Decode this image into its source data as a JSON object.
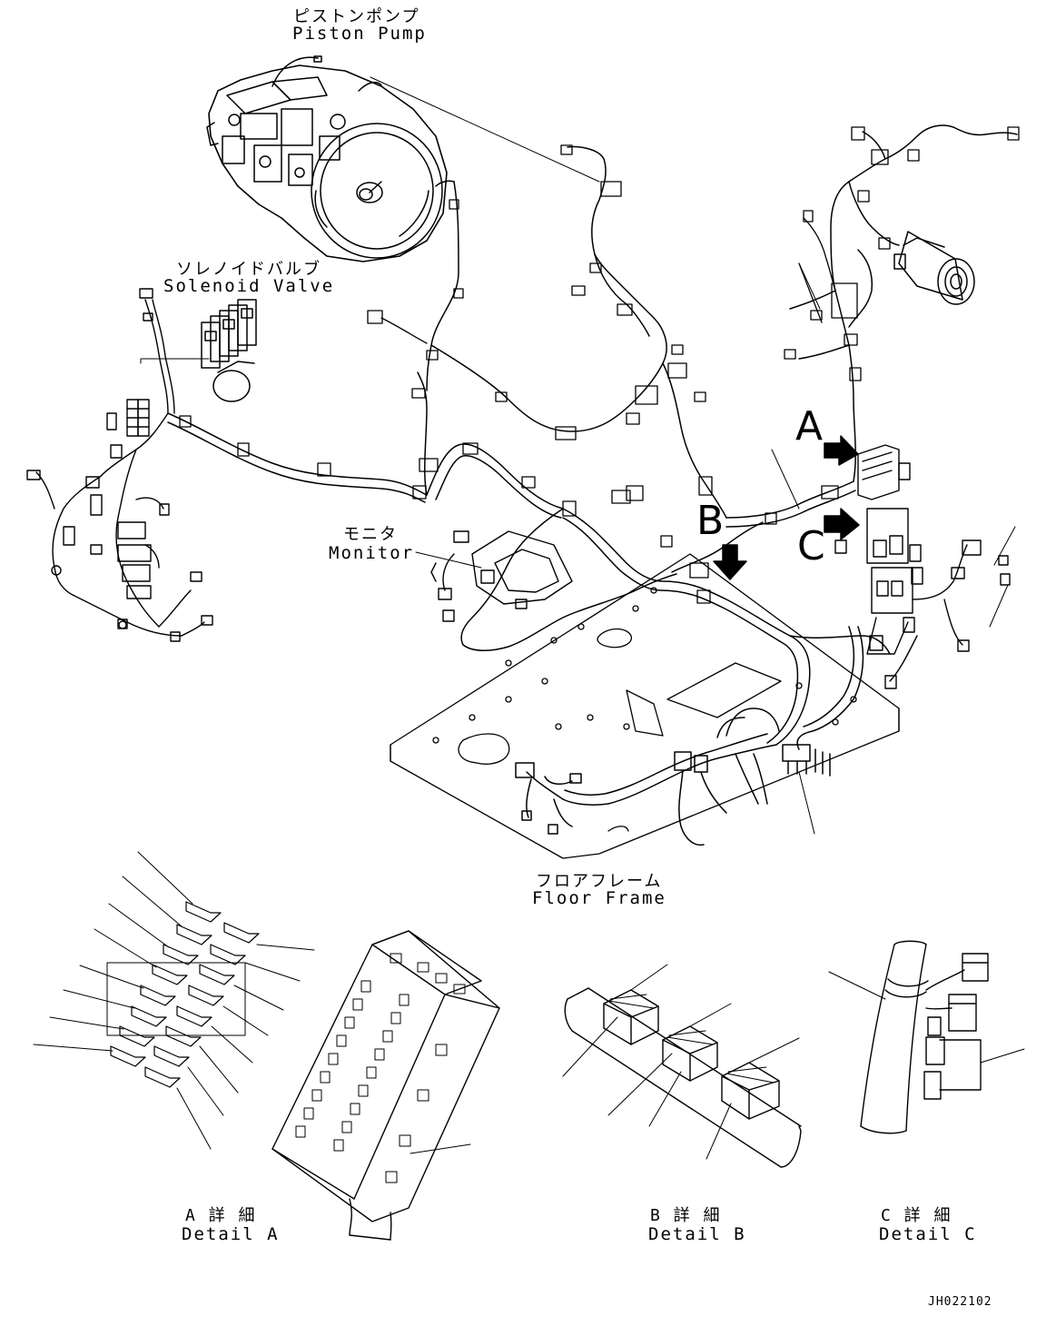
{
  "labels": {
    "piston_pump_jp": "ピストンポンプ",
    "piston_pump_en": "Piston Pump",
    "solenoid_valve_jp": "ソレノイドバルブ",
    "solenoid_valve_en": "Solenoid Valve",
    "monitor_jp": "モニタ",
    "monitor_en": "Monitor",
    "floor_frame_jp": "フロアフレーム",
    "floor_frame_en": "Floor Frame",
    "callout_a": "A",
    "callout_b": "B",
    "callout_c": "C",
    "detail_a_jp": "A 詳 細",
    "detail_a_en": "Detail A",
    "detail_b_jp": "B 詳 細",
    "detail_b_en": "Detail B",
    "detail_c_jp": "C 詳 細",
    "detail_c_en": "Detail C",
    "drawing_code": "JH022102"
  },
  "colors": {
    "line": "#000000",
    "background": "#ffffff"
  }
}
